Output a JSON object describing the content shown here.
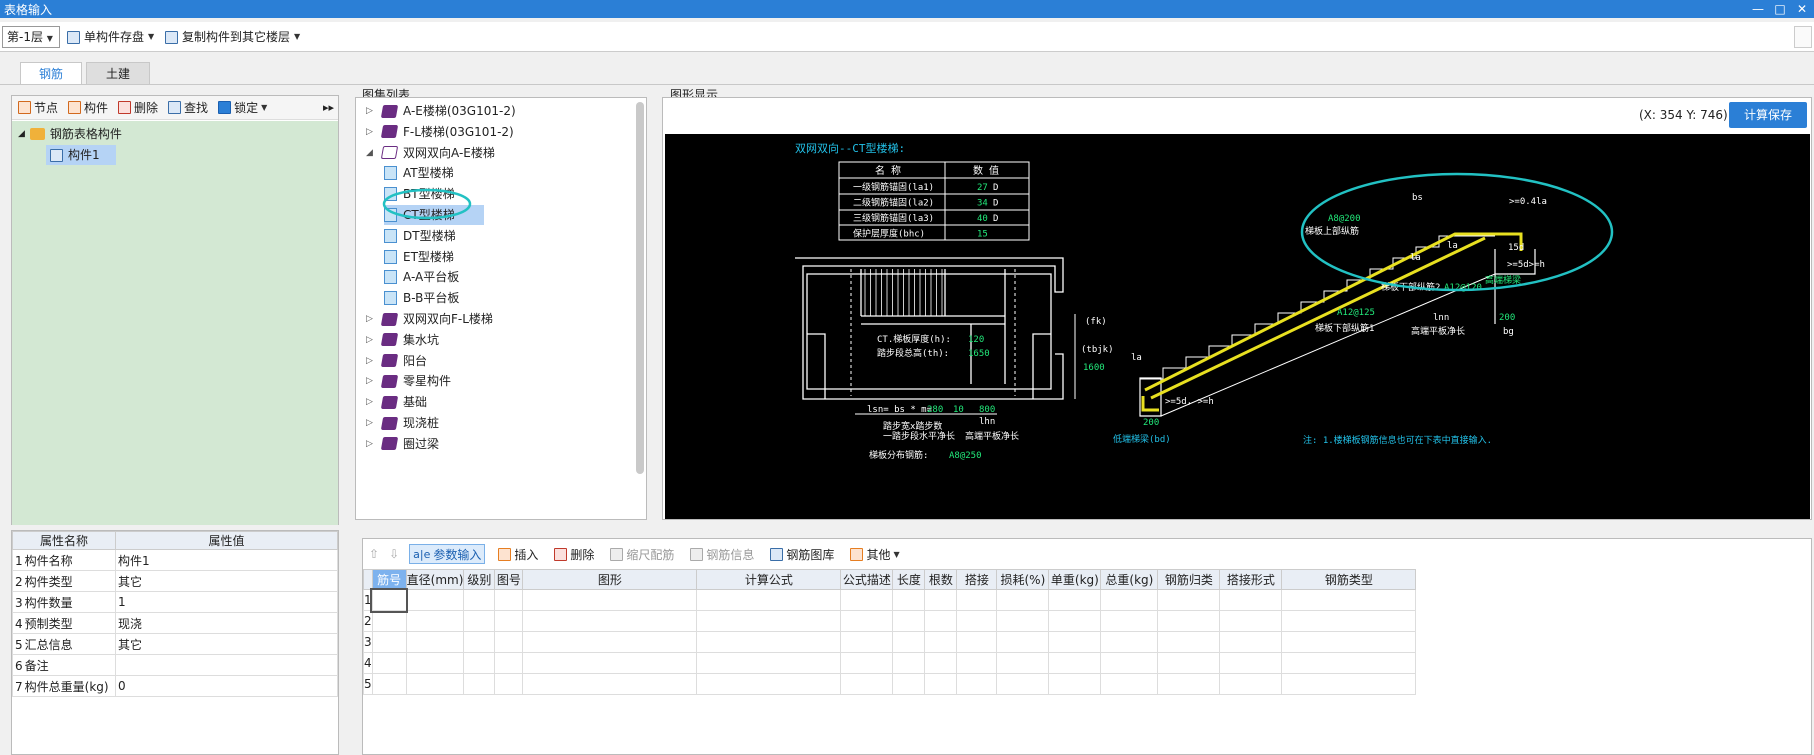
{
  "window": {
    "title": "表格输入"
  },
  "toolbar": {
    "floor": "第-1层",
    "save_single": "单构件存盘",
    "copy_to_floor": "复制构件到其它楼层"
  },
  "tabs": [
    "钢筋",
    "土建"
  ],
  "left_toolbar": {
    "node": "节点",
    "component": "构件",
    "delete": "删除",
    "find": "查找",
    "lock": "锁定"
  },
  "tree": {
    "root": "钢筋表格构件",
    "child": "构件1"
  },
  "props": {
    "headers": [
      "属性名称",
      "属性值"
    ],
    "rows": [
      {
        "n": "1",
        "name": "构件名称",
        "value": "构件1"
      },
      {
        "n": "2",
        "name": "构件类型",
        "value": "其它"
      },
      {
        "n": "3",
        "name": "构件数量",
        "value": "1"
      },
      {
        "n": "4",
        "name": "预制类型",
        "value": "现浇"
      },
      {
        "n": "5",
        "name": "汇总信息",
        "value": "其它"
      },
      {
        "n": "6",
        "name": "备注",
        "value": ""
      },
      {
        "n": "7",
        "name": "构件总重量(kg)",
        "value": "0"
      }
    ]
  },
  "atlas": {
    "label": "图集列表",
    "items": [
      {
        "label": "A-E楼梯(03G101-2)",
        "tri": "▷"
      },
      {
        "label": "F-L楼梯(03G101-2)",
        "tri": "▷"
      },
      {
        "label": "双网双向A-E楼梯",
        "tri": "◢"
      },
      {
        "label": "AT型楼梯",
        "tri": ""
      },
      {
        "label": "BT型楼梯",
        "tri": ""
      },
      {
        "label": "CT型楼梯",
        "tri": ""
      },
      {
        "label": "DT型楼梯",
        "tri": ""
      },
      {
        "label": "ET型楼梯",
        "tri": ""
      },
      {
        "label": "A-A平台板",
        "tri": ""
      },
      {
        "label": "B-B平台板",
        "tri": ""
      },
      {
        "label": "双网双向F-L楼梯",
        "tri": "▷"
      },
      {
        "label": "集水坑",
        "tri": "▷"
      },
      {
        "label": "阳台",
        "tri": "▷"
      },
      {
        "label": "零星构件",
        "tri": "▷"
      },
      {
        "label": "基础",
        "tri": "▷"
      },
      {
        "label": "现浇桩",
        "tri": "▷"
      },
      {
        "label": "圈过梁",
        "tri": "▷"
      }
    ]
  },
  "graphic": {
    "label": "图形显示",
    "coords": "(X: 354 Y: 746)",
    "calc_save": "计算保存",
    "drawing": {
      "title": "双网双向--CT型楼梯:",
      "table_head": [
        "名 称",
        "数 值"
      ],
      "table_rows": [
        {
          "name": "一级钢筋锚固(la1)",
          "val": "27",
          "unit": "D"
        },
        {
          "name": "二级钢筋锚固(la2)",
          "val": "34",
          "unit": "D"
        },
        {
          "name": "三级钢筋锚固(la3)",
          "val": "40",
          "unit": "D"
        },
        {
          "name": "保护层厚度(bhc)",
          "val": "15",
          "unit": ""
        }
      ],
      "plate_thick": "CT.梯板厚度(h):",
      "plate_thick_val": "120",
      "step_height": "踏步段总高(th):",
      "step_height_val": "1650",
      "fk": "(fk)",
      "tbjk": "(tbjk)",
      "v1600": "1600",
      "lsn": "lsn= bs * m=",
      "v280": "280",
      "v10": "10",
      "v800": "800",
      "lhn": "lhn",
      "step_width": "踏步宽x踏步数",
      "step_len": "一踏步段水平净长",
      "high_len": "高端平板净长",
      "dist_rebar": "梯板分布钢筋:",
      "dist_rebar_val": "A8@250",
      "bs": "bs",
      "a8_200": "A8@200",
      "upper_rebar": "梯板上部纵筋",
      "la": "la",
      "h04la": ">=0.4la",
      "d15": "15d",
      "d5h": ">=5d>=h",
      "high_beam": "高端梯梁",
      "lower_rebar2": "梯板下部纵筋2",
      "a12_120": "A12@120",
      "a12_125": "A12@125",
      "lower_rebar1": "梯板下部纵筋1",
      "lnn": "lnn",
      "v200a": "200",
      "high_plate": "高端平板净长",
      "bg": "bg",
      "v200b": "200",
      "low_beam": "低端梯梁(bd)",
      "d5h2": ">=5d, >=h",
      "note": "注: 1.楼梯板钢筋信息也可在下表中直接输入."
    }
  },
  "grid_toolbar": {
    "param_input": "参数输入",
    "insert": "插入",
    "delete": "删除",
    "scale": "缩尺配筋",
    "rebar_info": "钢筋信息",
    "rebar_lib": "钢筋图库",
    "other": "其他"
  },
  "grid": {
    "headers": [
      "筋号",
      "直径(mm)",
      "级别",
      "图号",
      "图形",
      "计算公式",
      "公式描述",
      "长度",
      "根数",
      "搭接",
      "损耗(%)",
      "单重(kg)",
      "总重(kg)",
      "钢筋归类",
      "搭接形式",
      "钢筋类型"
    ],
    "rows": [
      "1",
      "2",
      "3",
      "4",
      "5"
    ]
  }
}
